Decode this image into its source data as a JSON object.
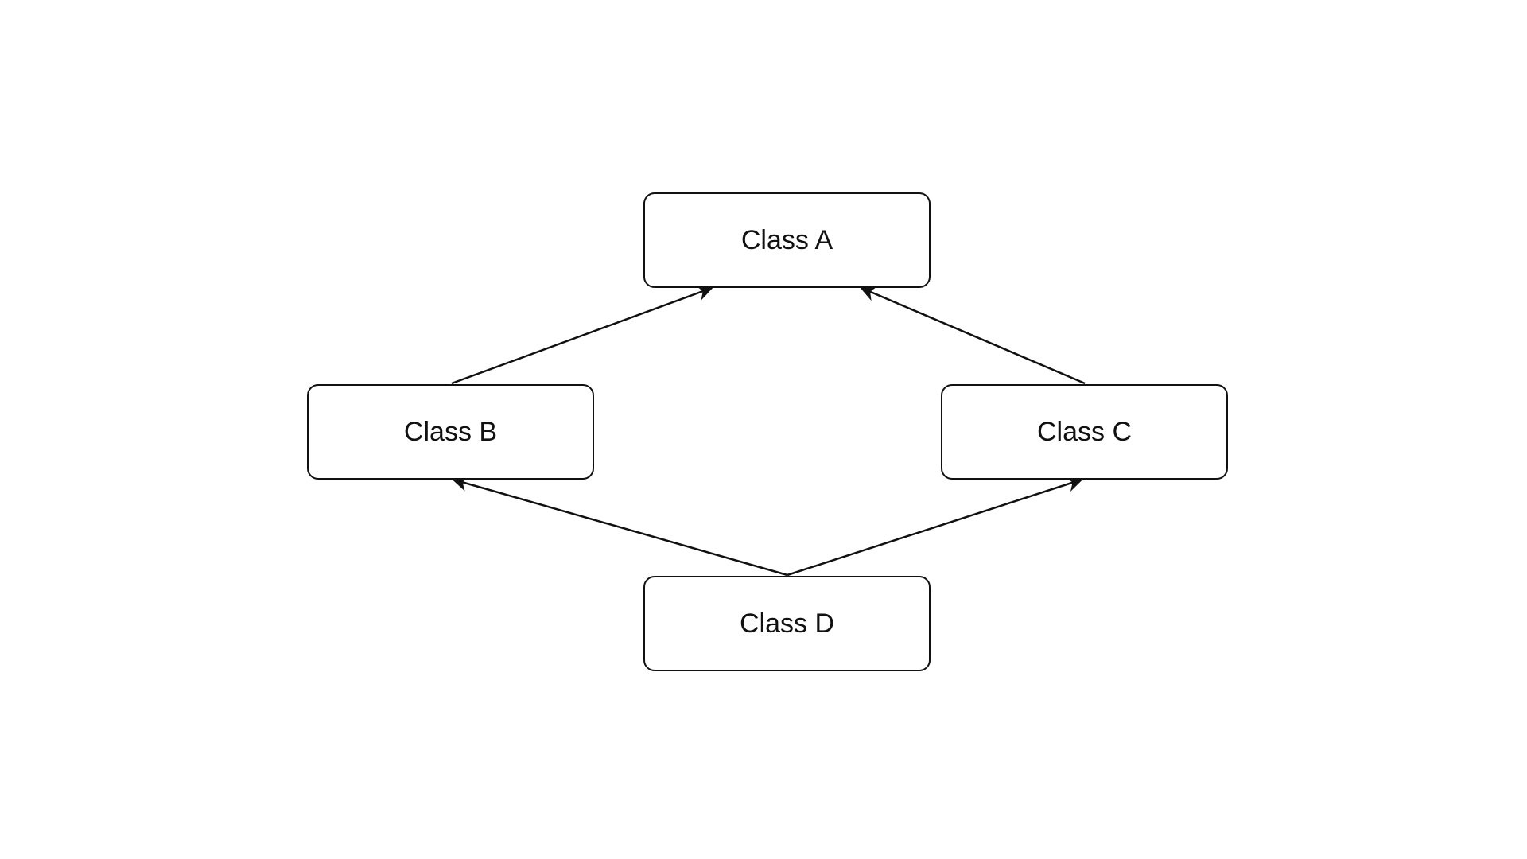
{
  "diagram": {
    "nodes": [
      {
        "id": "A",
        "label": "Class A"
      },
      {
        "id": "B",
        "label": "Class B"
      },
      {
        "id": "C",
        "label": "Class C"
      },
      {
        "id": "D",
        "label": "Class D"
      }
    ],
    "edges": [
      {
        "from": "B",
        "to": "A"
      },
      {
        "from": "C",
        "to": "A"
      },
      {
        "from": "D",
        "to": "B"
      },
      {
        "from": "D",
        "to": "C"
      }
    ],
    "colors": {
      "stroke": "#111111",
      "background": "#ffffff"
    }
  }
}
